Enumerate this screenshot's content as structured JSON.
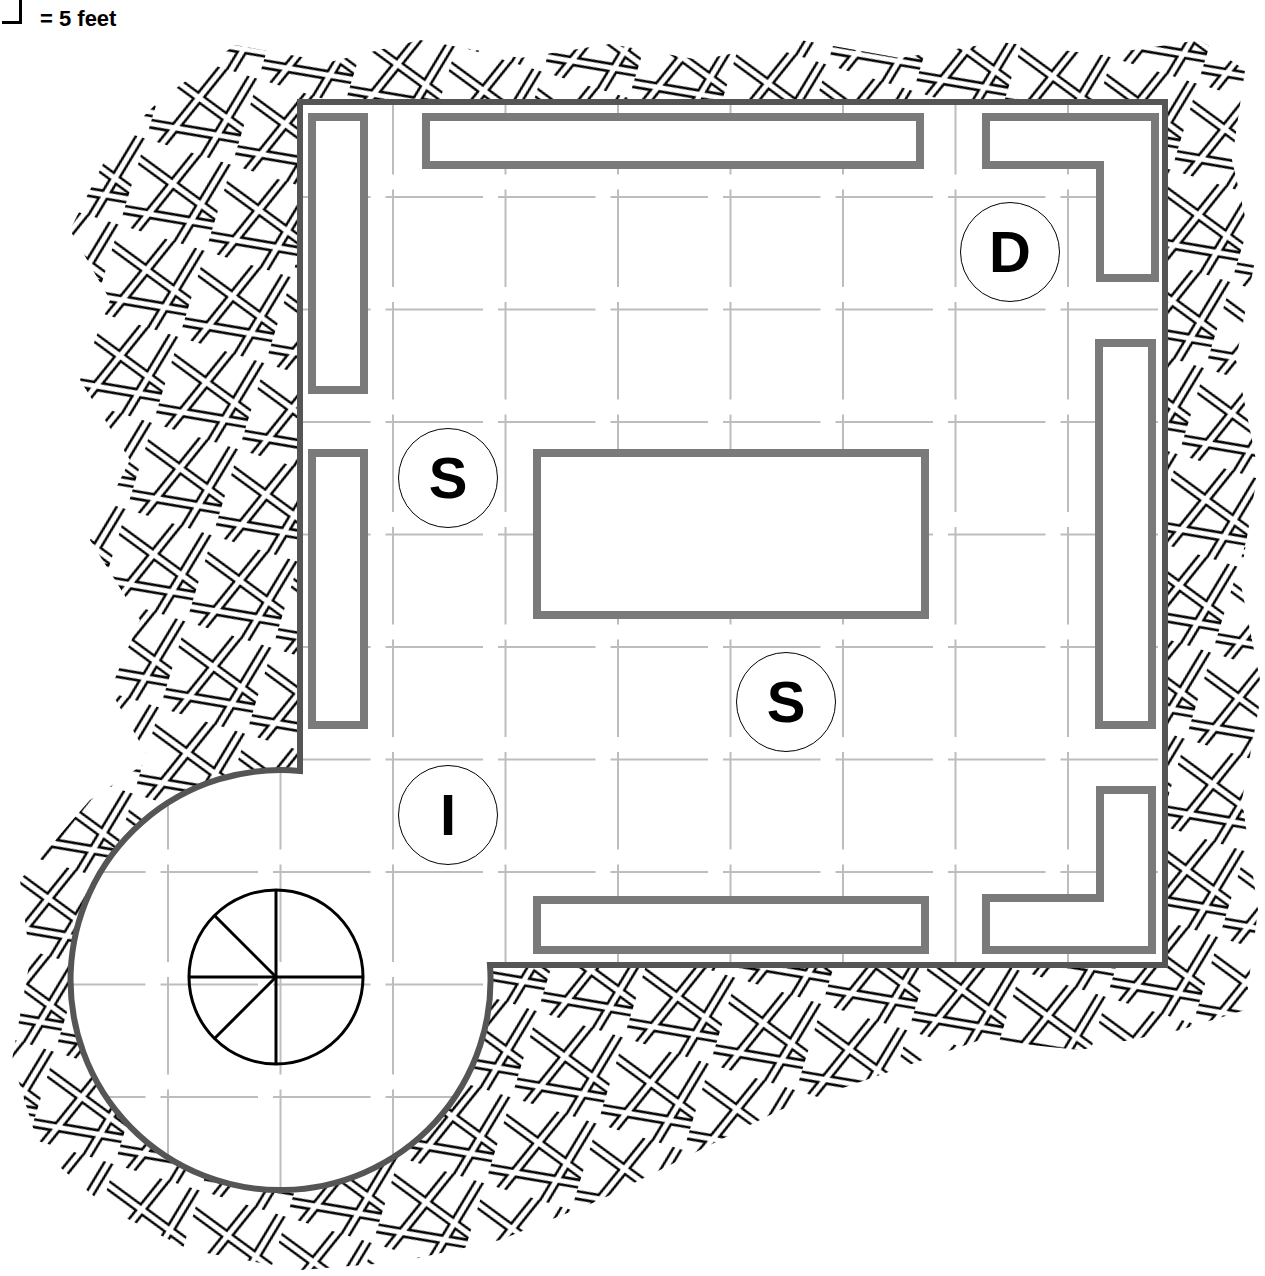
{
  "diagram": {
    "nodes": [
      {
        "text": [
          "D"
        ]
      },
      {
        "text": [
          "S"
        ]
      },
      {
        "text": [
          "S"
        ]
      },
      {
        "text": [
          "I"
        ]
      }
    ],
    "legend": [
      {
        "text": "= 5 feet"
      }
    ]
  }
}
